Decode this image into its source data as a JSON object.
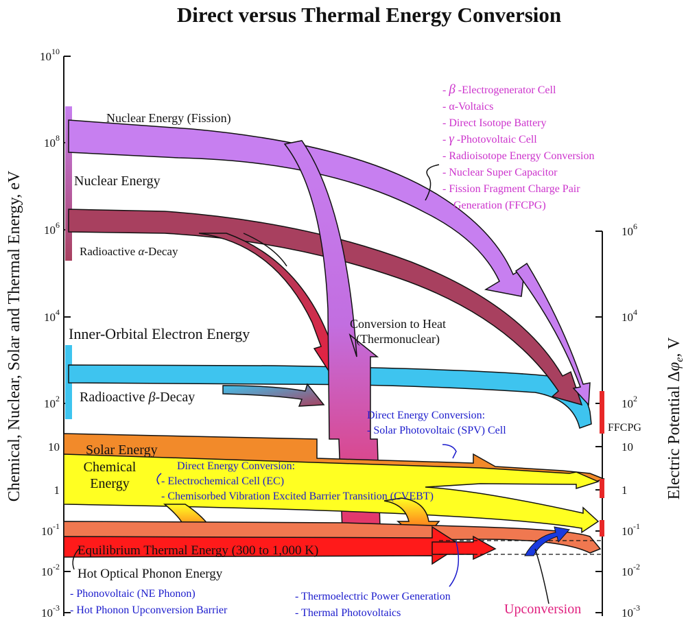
{
  "title": "Direct versus Thermal Energy Conversion",
  "left_axis": {
    "label": "Chemical, Nuclear, Solar and Thermal Energy, eV",
    "ticks": [
      {
        "base": "10",
        "exp": "10"
      },
      {
        "base": "10",
        "exp": "8"
      },
      {
        "base": "10",
        "exp": "6"
      },
      {
        "base": "10",
        "exp": "4"
      },
      {
        "base": "10",
        "exp": "2"
      },
      {
        "base": "10",
        "exp": ""
      },
      {
        "base": "1",
        "exp": ""
      },
      {
        "base": "10",
        "exp": "-1"
      },
      {
        "base": "10",
        "exp": "-2"
      },
      {
        "base": "10",
        "exp": "-3"
      }
    ]
  },
  "right_axis": {
    "label_prefix": "Electric Potential Δ",
    "label_symbol": "φ",
    "label_sub": "e",
    "label_suffix": ", V",
    "ticks": [
      {
        "base": "10",
        "exp": "6"
      },
      {
        "base": "10",
        "exp": "4"
      },
      {
        "base": "10",
        "exp": "2"
      },
      {
        "base": "10",
        "exp": ""
      },
      {
        "base": "1",
        "exp": ""
      },
      {
        "base": "10",
        "exp": "-1"
      },
      {
        "base": "10",
        "exp": "-2"
      },
      {
        "base": "10",
        "exp": "-3"
      }
    ],
    "ffcpg_label": "FFCPG"
  },
  "labels": {
    "nuclear_fission": "Nuclear Energy (Fission)",
    "nuclear_energy": "Nuclear Energy",
    "radioactive_alpha_prefix": "Radioactive ",
    "radioactive_alpha_symbol": "α",
    "radioactive_alpha_suffix": "-Decay",
    "inner_orbital": "Inner-Orbital Electron Energy",
    "radioactive_beta_prefix": "Radioactive ",
    "radioactive_beta_symbol": "β",
    "radioactive_beta_suffix": "-Decay",
    "conversion_heat_1": "Conversion to Heat",
    "conversion_heat_2": "(Thermonuclear)",
    "solar_energy": "Solar Energy",
    "chemical_1": "Chemical",
    "chemical_2": "Energy",
    "equilibrium": "Equilibrium Thermal Energy (300 to 1,000 K)",
    "hot_phonon": "Hot Optical Phonon Energy",
    "upconversion": "Upconversion"
  },
  "nuclear_conversion_list": [
    {
      "prefix": "- ",
      "symbol": "β",
      "text": " -Electrogenerator Cell"
    },
    {
      "prefix": "- ",
      "symbol": "",
      "text": "α-Voltaics"
    },
    {
      "prefix": "- ",
      "symbol": "",
      "text": "Direct Isotope Battery"
    },
    {
      "prefix": "- ",
      "symbol": "γ",
      "text": " -Photovoltaic Cell"
    },
    {
      "prefix": "- ",
      "symbol": "",
      "text": "Radioisotope Energy Conversion"
    },
    {
      "prefix": "- ",
      "symbol": "",
      "text": "Nuclear Super Capacitor"
    },
    {
      "prefix": "- ",
      "symbol": "",
      "text": "Fission Fragment Charge Pair"
    },
    {
      "prefix": "  ",
      "symbol": "",
      "text": "Generation (FFCPG)"
    }
  ],
  "solar_dec": {
    "line1": "Direct Energy Conversion:",
    "line2": "- Solar Photovoltaic (SPV) Cell"
  },
  "chemical_dec": {
    "line1": "Direct Energy Conversion:",
    "line2": "- Electrochemical Cell (EC)",
    "line3": "- Chemisorbed Vibration Excited Barrier Transition (CVEBT)"
  },
  "phonon_list": {
    "line1": "- Phonovoltaic (NE Phonon)",
    "line2": "- Hot Phonon Upconversion Barrier"
  },
  "thermal_list": {
    "line1": "- Thermoelectric Power Generation",
    "line2": "- Thermal Photovoltaics"
  },
  "colors": {
    "nuclear_fission": "#c77ff0",
    "alpha_decay": "#a8405f",
    "beta_decay": "#3ec4ef",
    "solar": "#f28a2a",
    "chemical": "#ffff22",
    "thermal": "#ff1a1a",
    "phonon": "#f07850",
    "magenta_text": "#cc33cc",
    "blue_text": "#1a1acc",
    "upconversion_text": "#e0207f",
    "upconversion_arrow": "#1a3adf"
  }
}
